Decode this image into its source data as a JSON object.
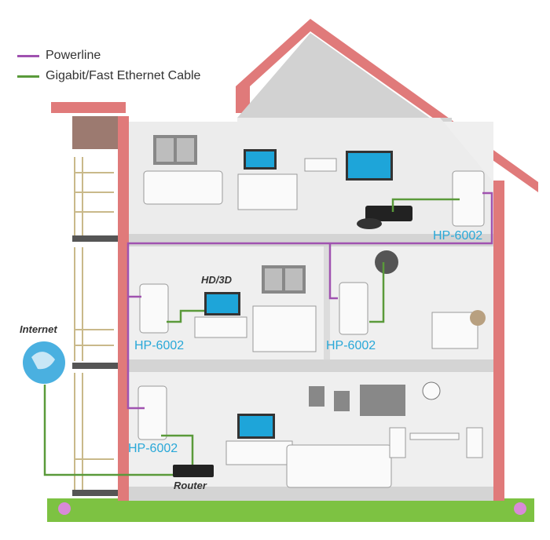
{
  "legend": {
    "powerline": {
      "label": "Powerline",
      "color": "#a052b0"
    },
    "ethernet": {
      "label": "Gigabit/Fast Ethernet Cable",
      "color": "#5a9a3a"
    }
  },
  "devices": {
    "top_floor": "HP-6002",
    "middle_left": "HP-6002",
    "middle_right": "HP-6002",
    "ground_floor": "HP-6002"
  },
  "labels": {
    "hd3d": "HD/3D",
    "internet": "Internet",
    "router": "Router"
  },
  "colors": {
    "roof": "#e07a7a",
    "wall": "#e6e6e6",
    "floor_slab": "#d8d8d8",
    "device_label": "#29a8d8",
    "grass": "#7dc242",
    "screen": "#1ea5d9"
  }
}
